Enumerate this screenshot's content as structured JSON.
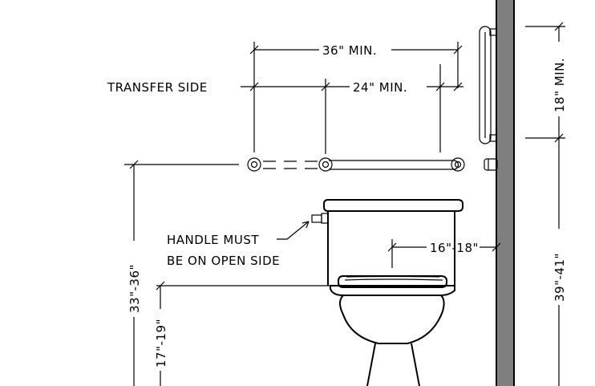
{
  "labels": {
    "transfer_side": "TRANSFER SIDE",
    "min_36": "36\" MIN.",
    "min_24": "24\" MIN.",
    "min_18": "18\" MIN.",
    "handle_line1": "HANDLE MUST",
    "handle_line2": "BE ON OPEN SIDE",
    "range_16_18": "16\"-18\"",
    "range_33_36": "33\"-36\"",
    "range_17_19": "17\"-19\"",
    "range_39_41": "39\"-41\""
  },
  "colors": {
    "line": "#000000",
    "wall_fill": "#7f7f7f",
    "background": "#ffffff"
  }
}
